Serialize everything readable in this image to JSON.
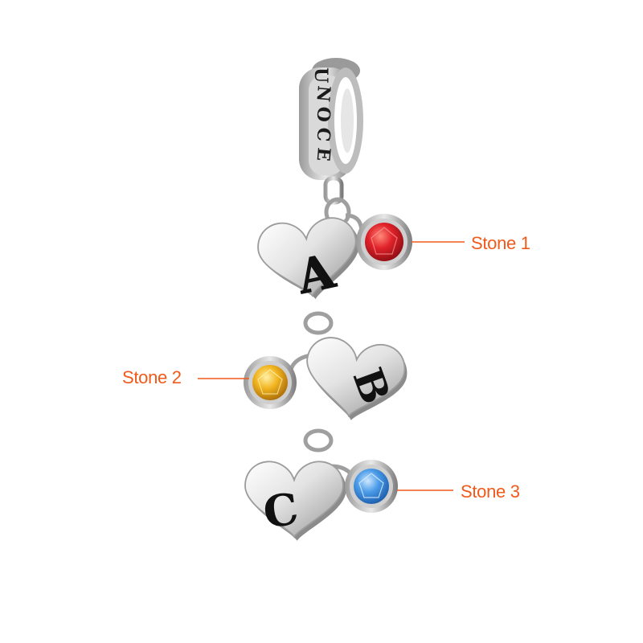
{
  "callouts": {
    "stone_1": {
      "label": "Stone 1"
    },
    "stone_2": {
      "label": "Stone 2"
    },
    "stone_3": {
      "label": "Stone 3"
    }
  },
  "charm": {
    "bail_engraving": "UNOCE",
    "letters": [
      "A",
      "B",
      "C"
    ]
  },
  "colors": {
    "accent": "#f05a1a",
    "stone_1": "#d8202a",
    "stone_2": "#f0b21e",
    "stone_3": "#3f95e8",
    "silver_light": "#f3f3f3",
    "silver_dark": "#6d6d6d",
    "engraving": "#1a1a1a"
  }
}
